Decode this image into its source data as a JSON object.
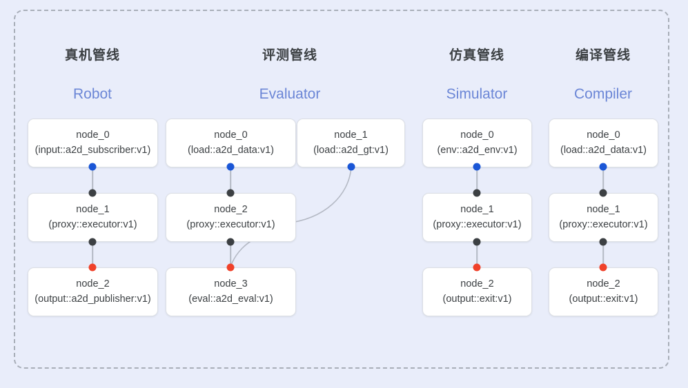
{
  "diagram": {
    "frame_style": "dashed-rounded-rectangle",
    "background_color": "#e9edfa",
    "accent_blue": "#1a56d6",
    "accent_red": "#f0412a",
    "accent_black": "#3c4043",
    "subtitle_color": "#6b86d6"
  },
  "columns": [
    {
      "title": "真机管线",
      "subtitle": "Robot",
      "nodes": [
        {
          "name": "node_0",
          "spec": "(input::a2d_subscriber:v1)"
        },
        {
          "name": "node_1",
          "spec": "(proxy::executor:v1)"
        },
        {
          "name": "node_2",
          "spec": "(output::a2d_publisher:v1)"
        }
      ]
    },
    {
      "title": "评测管线",
      "subtitle": "Evaluator",
      "nodes": [
        {
          "name": "node_0",
          "spec": "(load::a2d_data:v1)"
        },
        {
          "name": "node_1",
          "spec": "(load::a2d_gt:v1)"
        },
        {
          "name": "node_2",
          "spec": "(proxy::executor:v1)"
        },
        {
          "name": "node_3",
          "spec": "(eval::a2d_eval:v1)"
        }
      ]
    },
    {
      "title": "仿真管线",
      "subtitle": "Simulator",
      "nodes": [
        {
          "name": "node_0",
          "spec": "(env::a2d_env:v1)"
        },
        {
          "name": "node_1",
          "spec": "(proxy::executor:v1)"
        },
        {
          "name": "node_2",
          "spec": "(output::exit:v1)"
        }
      ]
    },
    {
      "title": "编译管线",
      "subtitle": "Compiler",
      "nodes": [
        {
          "name": "node_0",
          "spec": "(load::a2d_data:v1)"
        },
        {
          "name": "node_1",
          "spec": "(proxy::executor:v1)"
        },
        {
          "name": "node_2",
          "spec": "(output::exit:v1)"
        }
      ]
    }
  ]
}
